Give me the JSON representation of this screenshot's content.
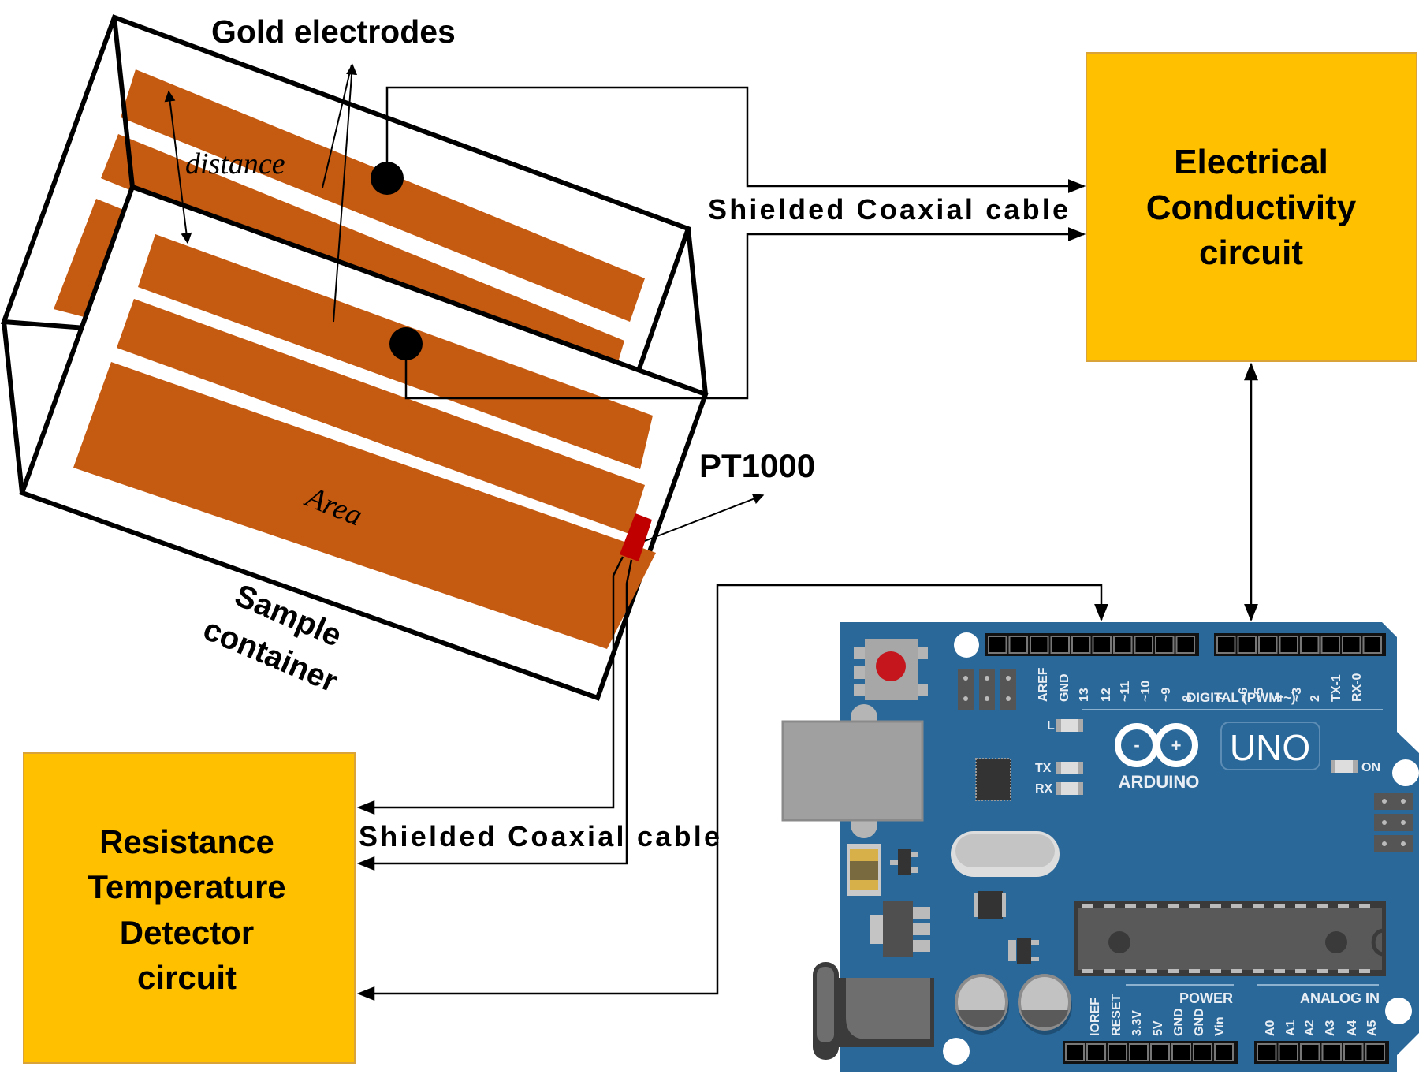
{
  "diagram": {
    "colors": {
      "electrode": "#c55a11",
      "box_fill": "#ffc000",
      "box_border": "#d9a33a",
      "board": "#2a6899",
      "sensor": "#c00000",
      "line": "#000000"
    },
    "labels": {
      "gold_electrodes": "Gold electrodes",
      "distance": "distance",
      "area": "Area",
      "sample_container_line1": "Sample",
      "sample_container_line2": "container",
      "pt1000": "PT1000",
      "coax_top": "Shielded  Coaxial  cable",
      "coax_bottom": "Shielded  Coaxial  cable"
    },
    "ec_circuit": {
      "lines": [
        "Electrical",
        "Conductivity",
        "circuit"
      ]
    },
    "rtd_circuit": {
      "lines": [
        "Resistance",
        "Temperature",
        "Detector",
        "circuit"
      ]
    },
    "arduino": {
      "brand": "ARDUINO",
      "model": "UNO",
      "on_label": "ON",
      "led_labels": [
        "L",
        "TX",
        "RX"
      ],
      "digital_header_title": "DIGITAL (PWM ~)",
      "digital_pins_left": [
        "AREF",
        "GND",
        "13",
        "12",
        "~11",
        "~10",
        "~9",
        "8"
      ],
      "digital_pins_right": [
        "7",
        "~6",
        "~5",
        "4",
        "~3",
        "2",
        "TX-1",
        "RX-0"
      ],
      "power_title": "POWER",
      "power_pins": [
        "IOREF",
        "RESET",
        "3.3V",
        "5V",
        "GND",
        "GND",
        "Vin"
      ],
      "analog_title": "ANALOG IN",
      "analog_pins": [
        "A0",
        "A1",
        "A2",
        "A3",
        "A4",
        "A5"
      ]
    }
  }
}
